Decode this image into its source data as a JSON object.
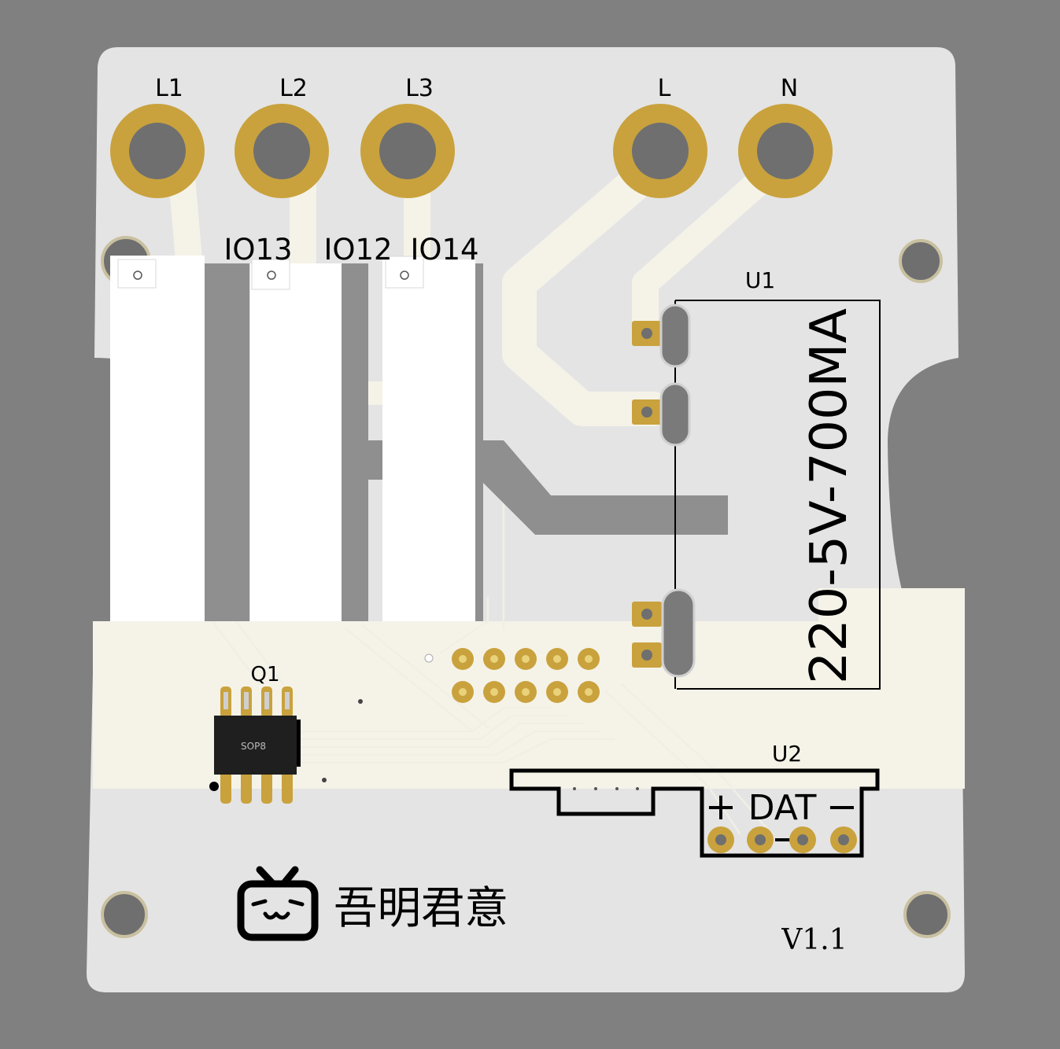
{
  "colors": {
    "background": "#808080",
    "board": "#e4e4e4",
    "copper_pour": "#f5f3e8",
    "gold": "#c9a23d",
    "hole": "#6f6f6f",
    "relay_body": "#ffffff",
    "relay_shadow": "#8f8f8f",
    "silkscreen": "#000000",
    "ic_body": "#1f1f1f"
  },
  "terminals": [
    {
      "label": "L1"
    },
    {
      "label": "L2"
    },
    {
      "label": "L3"
    },
    {
      "label": "L"
    },
    {
      "label": "N"
    }
  ],
  "relays": [
    {
      "label": "IO13"
    },
    {
      "label": "IO12"
    },
    {
      "label": "IO14"
    }
  ],
  "u1": {
    "designator": "U1",
    "rating": "220-5V-700MA"
  },
  "q1": {
    "designator": "Q1",
    "package": "SOP8"
  },
  "u2": {
    "designator": "U2",
    "plus": "+",
    "dat": "DAT",
    "minus": "−"
  },
  "logo": {
    "text": "吾明君意",
    "icon": "bilibili-tv-icon"
  },
  "version": "V1.1"
}
